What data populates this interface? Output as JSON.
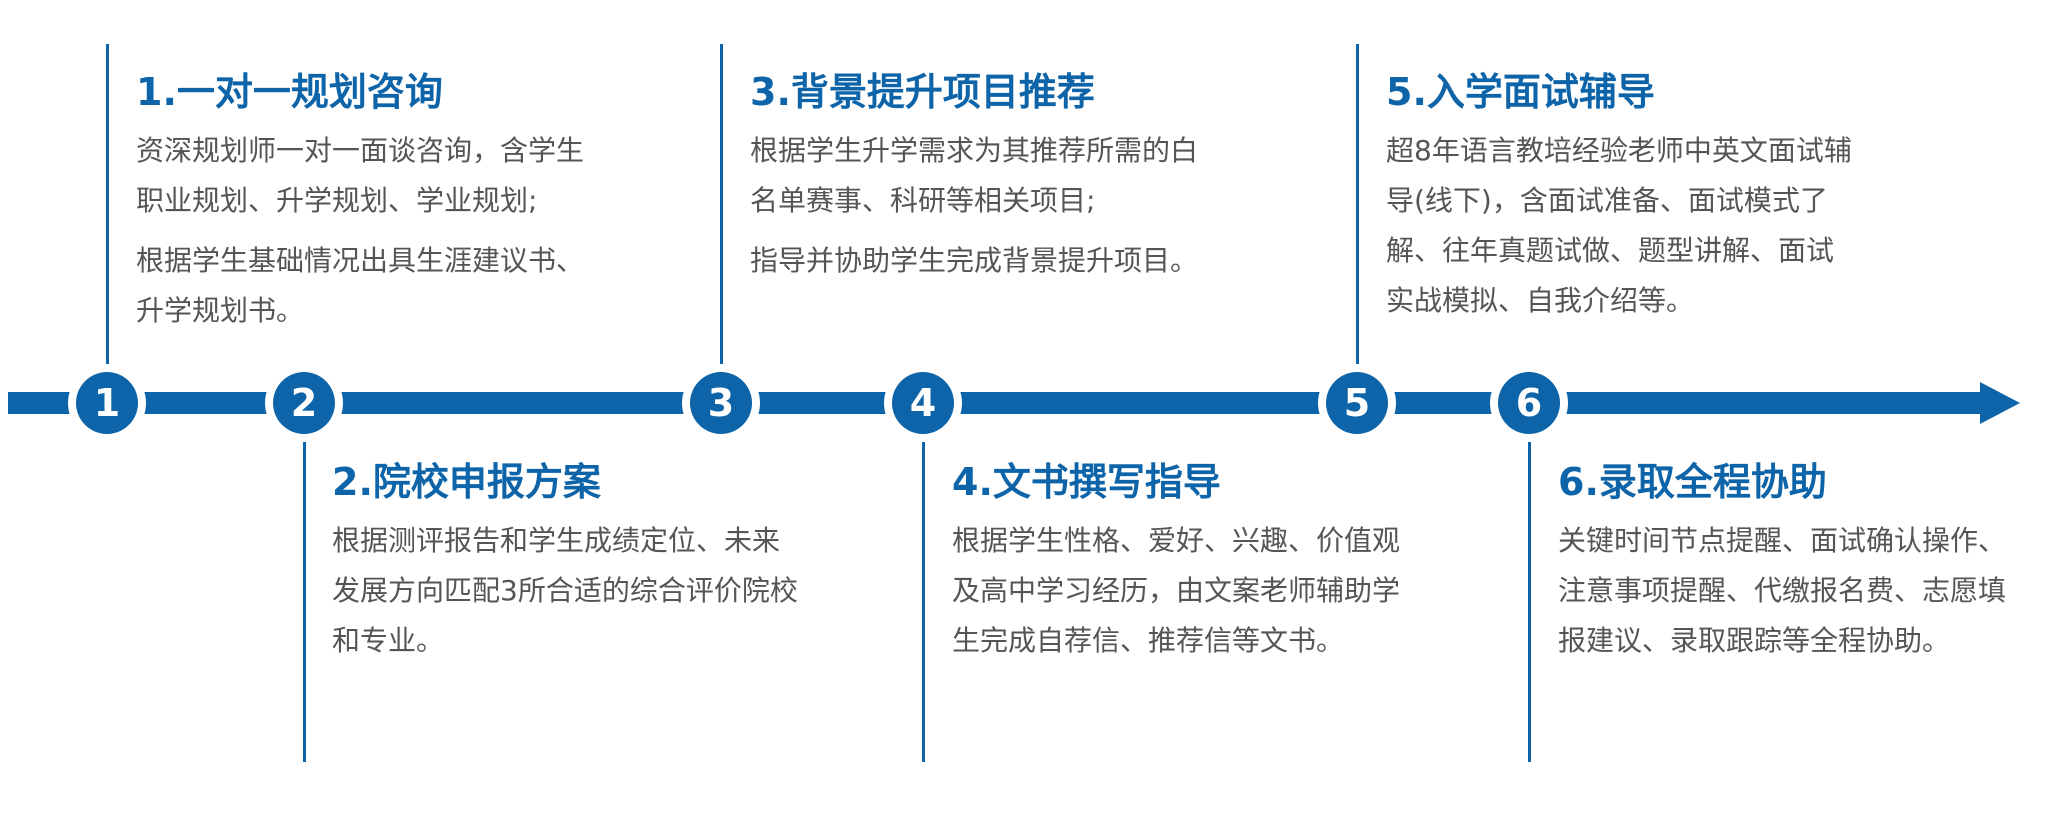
{
  "diagram": {
    "colors": {
      "accent": "#0e64a8",
      "text": "#555555",
      "background": "#ffffff"
    },
    "steps": [
      {
        "number": "1",
        "title": "1.一对一规划咨询",
        "paragraphs": [
          "资深规划师一对一面谈咨询，含学生职业规划、升学规划、学业规划;",
          "根据学生基础情况出具生涯建议书、升学规划书。"
        ]
      },
      {
        "number": "2",
        "title": "2.院校申报方案",
        "paragraphs": [
          "根据测评报告和学生成绩定位、未来发展方向匹配3所合适的综合评价院校和专业。"
        ]
      },
      {
        "number": "3",
        "title": "3.背景提升项目推荐",
        "paragraphs": [
          "根据学生升学需求为其推荐所需的白名单赛事、科研等相关项目;",
          "指导并协助学生完成背景提升项目。"
        ]
      },
      {
        "number": "4",
        "title": "4.文书撰写指导",
        "paragraphs": [
          "根据学生性格、爱好、兴趣、价值观及高中学习经历，由文案老师辅助学生完成自荐信、推荐信等文书。"
        ]
      },
      {
        "number": "5",
        "title": "5.入学面试辅导",
        "paragraphs": [
          "超8年语言教培经验老师中英文面试辅导(线下)，含面试准备、面试模式了解、往年真题试做、题型讲解、面试实战模拟、自我介绍等。"
        ]
      },
      {
        "number": "6",
        "title": "6.录取全程协助",
        "paragraphs": [
          "关键时间节点提醒、面试确认操作、注意事项提醒、代缴报名费、志愿填报建议、录取跟踪等全程协助。"
        ]
      }
    ]
  }
}
